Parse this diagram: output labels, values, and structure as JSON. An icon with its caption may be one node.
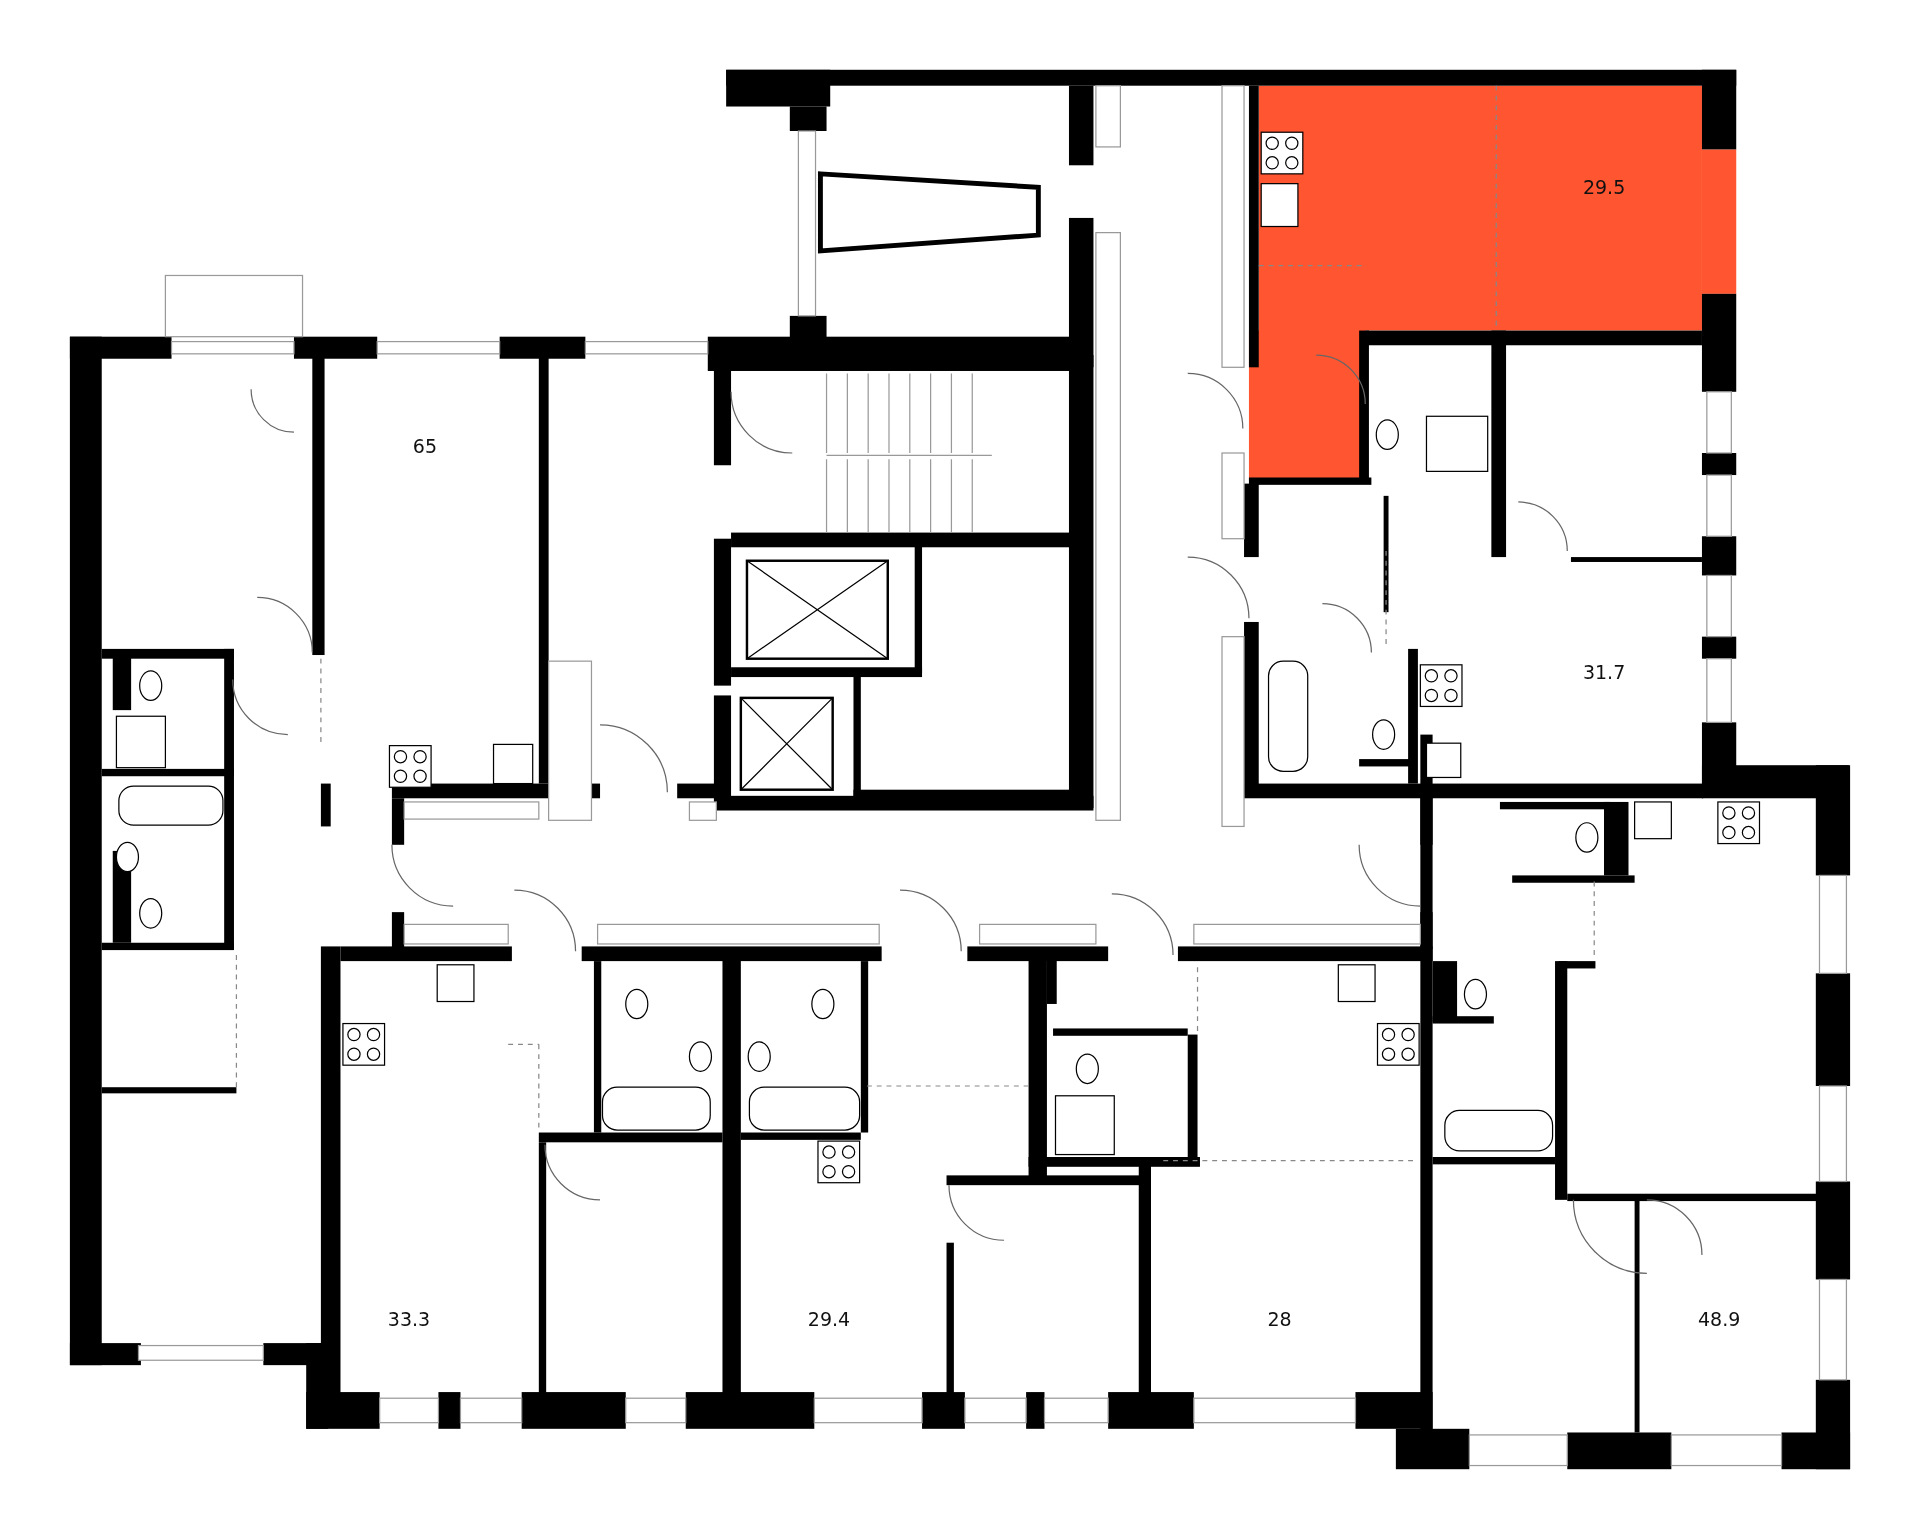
{
  "diagram": {
    "labels": [
      "29.5",
      "65",
      "31.7",
      "33.3",
      "29.4",
      "28",
      "48.9"
    ]
  }
}
